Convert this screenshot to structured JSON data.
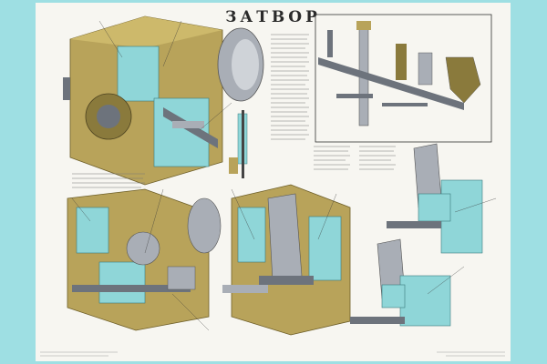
{
  "poster": {
    "title": "ЗАТВОР"
  },
  "colors": {
    "frame": "#9edfe3",
    "paper": "#f7f6f1",
    "olive": "#b8a35a",
    "olive_dark": "#8a7a3c",
    "cyan": "#8fd6d8",
    "steel": "#a9aeb6",
    "steel_dark": "#6d737c",
    "leader": "#3a3a3a"
  },
  "icons": [
    "breech-assembly-illustration",
    "exploded-parts-illustration",
    "cutaway-illustration"
  ]
}
